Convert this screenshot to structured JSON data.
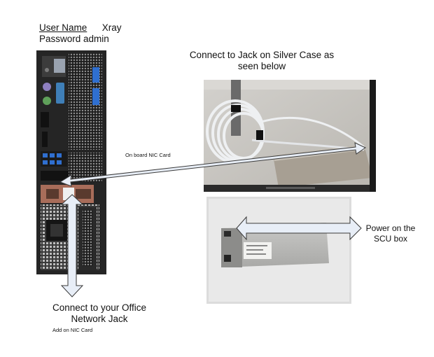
{
  "credentials": {
    "user_label": "User Name",
    "user_value": "Xray",
    "password_line": "Password admin"
  },
  "captions": {
    "connect_jack_silver_case": "Connect to Jack on Silver Case as seen below",
    "onboard_nic": "On board NIC Card",
    "power_scu": "Power on the SCU box",
    "connect_office_jack": "Connect to your Office Network Jack",
    "addon_nic": "Add on NIC Card"
  },
  "colors": {
    "arrow_fill": "#e8eef7",
    "arrow_stroke": "#3a3a3a",
    "pc_case": "#2b2b2b",
    "photo_wall": "#c8c6c2",
    "scu_box": "#b8b8b6"
  }
}
